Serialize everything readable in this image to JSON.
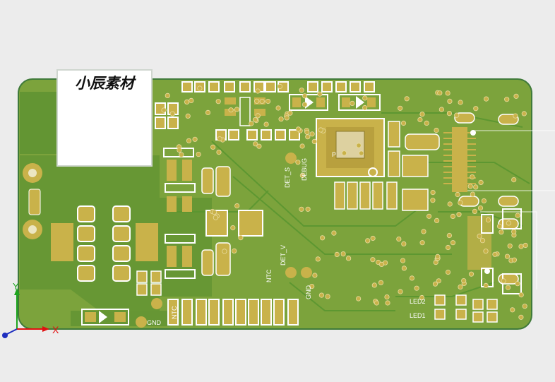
{
  "watermark": {
    "text": "小辰素材"
  },
  "silkscreen": {
    "det_s": "DET_S",
    "debug": "DEBUG",
    "det_v": "DET_V",
    "ntc_top": "NTC",
    "gnd_right": "GND",
    "ntc_bottom": "NTC",
    "gnd_bottom": "GND",
    "chip_ref": "P",
    "led2": "LED2",
    "led1": "LED1"
  },
  "axes": {
    "x_label": "X",
    "y_label": "Y"
  },
  "colors": {
    "background": "#ececec",
    "board": "#7ca33c",
    "board_edge": "#3f7a3a",
    "copper_dark": "#568e2e",
    "pad": "#c9b24a",
    "silk": "#ffffff",
    "axis_x": "#e01010",
    "axis_y": "#1ea51e"
  }
}
